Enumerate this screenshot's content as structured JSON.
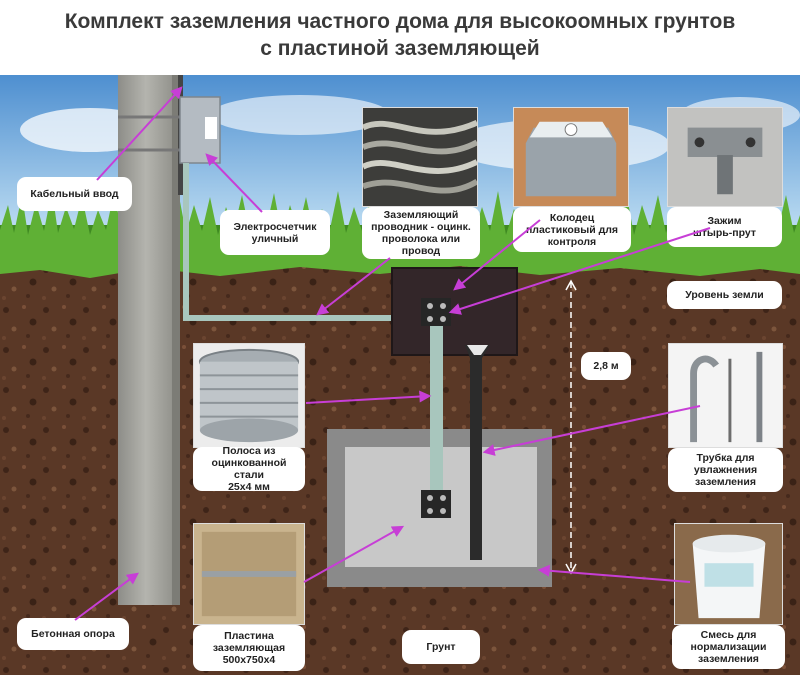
{
  "title": {
    "line1": "Комплект заземления частного дома для высокоомных грунтов",
    "line2": "с пластиной заземляющей"
  },
  "labels": {
    "cable_entry": "Кабельный ввод",
    "meter": "Электросчетчик\nуличный",
    "conductor": "Заземляющий\nпроводник - оцинк.\nпроволока или\nпровод",
    "well": "Колодец\nпластиковый для\nконтроля",
    "clamp": "Зажим\nштырь-прут",
    "ground_level": "Уровень земли",
    "depth": "2,8 м",
    "strip": "Полоса из\nоцинкованной стали\n25х4 мм",
    "tube": "Трубка для\nувлажнения\nзаземления",
    "pole": "Бетонная опора",
    "plate": "Пластина\nзаземляющая\n500х750х4",
    "soil": "Грунт",
    "mix": "Смесь для\nнормализации\nзаземления"
  },
  "colors": {
    "arrow": "#c73ed6",
    "soil": "#5a3826",
    "grass": "#4f9a2c",
    "sky": "#7fb6e0",
    "pole": "#a9a9a4",
    "well": "#3a2a2e",
    "conductor": "#a8c6bd",
    "backfill": "#c9c9c9"
  }
}
